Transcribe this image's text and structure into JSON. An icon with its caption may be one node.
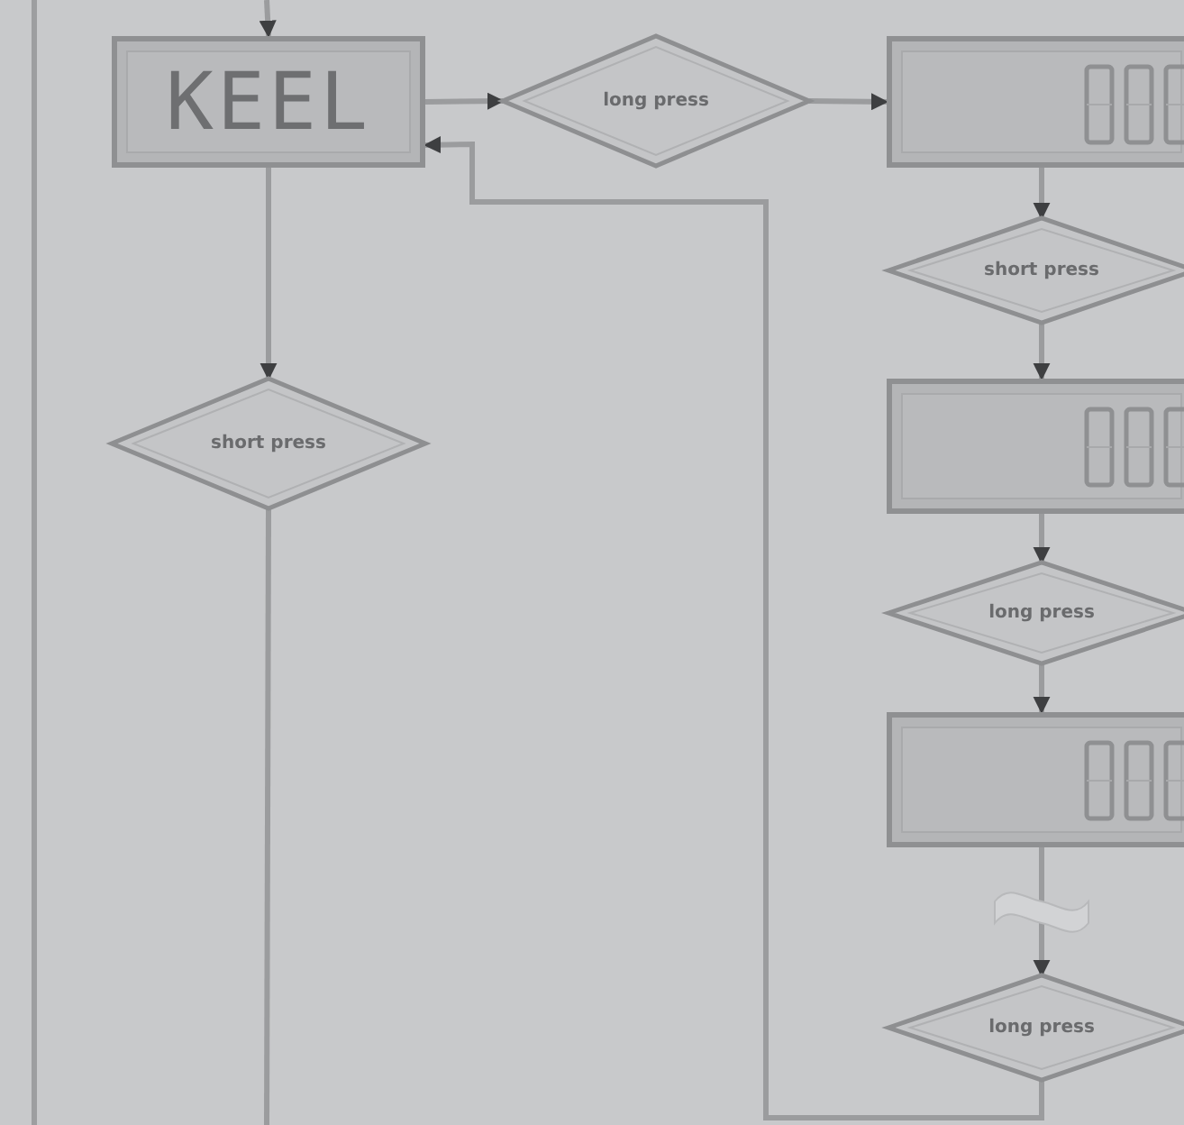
{
  "diagram": {
    "nodes": [
      {
        "text": [
          "KEEL"
        ]
      },
      {
        "text": [
          "long press"
        ]
      },
      {
        "text": [],
        "shape": "box"
      },
      {
        "text": [
          "short press"
        ]
      },
      {
        "text": [],
        "shape": "box"
      },
      {
        "text": [
          "long press"
        ]
      },
      {
        "text": [],
        "shape": "box"
      },
      {
        "text": [
          "long press"
        ]
      },
      {
        "text": [
          "short press"
        ]
      }
    ],
    "edges": [
      {
        "from": null,
        "to": 0,
        "arrow": "to"
      },
      {
        "from": 0,
        "to": 1,
        "arrow": "to"
      },
      {
        "from": 1,
        "to": 2,
        "arrow": "to"
      },
      {
        "from": 2,
        "to": 3,
        "arrow": "to"
      },
      {
        "from": 3,
        "to": 4,
        "arrow": "to"
      },
      {
        "from": 4,
        "to": 5,
        "arrow": "to"
      },
      {
        "from": 5,
        "to": 6,
        "arrow": "to"
      },
      {
        "from": 6,
        "to": 7,
        "arrow": "to"
      },
      {
        "from": 7,
        "to": 0,
        "arrow": "to"
      },
      {
        "from": 0,
        "to": 8,
        "arrow": "to"
      },
      {
        "from": 8,
        "to": null,
        "arrow": "none"
      }
    ]
  }
}
